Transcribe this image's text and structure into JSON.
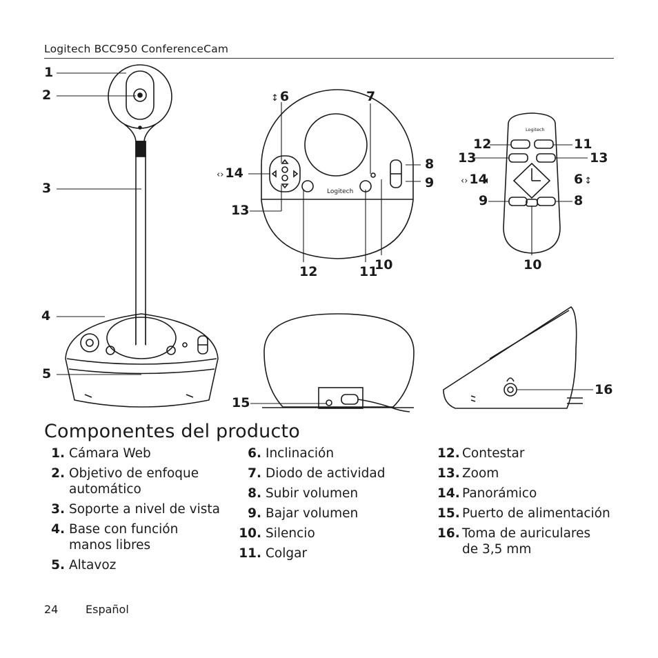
{
  "header": {
    "title": "Logitech BCC950 ConferenceCam"
  },
  "callouts": {
    "c1": "1",
    "c2": "2",
    "c3": "3",
    "c4": "4",
    "c5": "5",
    "c6a": "6",
    "c7": "7",
    "c14a": "14",
    "c13a": "13",
    "c8a": "8",
    "c9a": "9",
    "c12a": "12",
    "c11a": "11",
    "c10a": "10",
    "c12b": "12",
    "c11b": "11",
    "c13b": "13",
    "c13c": "13",
    "c14b": "14",
    "c6b": "6",
    "c9b": "9",
    "c8b": "8",
    "c10b": "10",
    "c15": "15",
    "c16": "16"
  },
  "arrows": {
    "tilt": "↕",
    "pan": "‹›"
  },
  "brand": {
    "logo_text": "Logitech"
  },
  "section": {
    "title": "Componentes del producto"
  },
  "components": {
    "col1": [
      {
        "num": "1.",
        "label": "Cámara Web"
      },
      {
        "num": "2.",
        "label": "Objetivo de enfoque\nautomático"
      },
      {
        "num": "3.",
        "label": "Soporte a nivel de vista"
      },
      {
        "num": "4.",
        "label": "Base con función\nmanos libres"
      },
      {
        "num": "5.",
        "label": "Altavoz"
      }
    ],
    "col2": [
      {
        "num": "6.",
        "label": "Inclinación"
      },
      {
        "num": "7.",
        "label": "Diodo de actividad"
      },
      {
        "num": "8.",
        "label": "Subir volumen"
      },
      {
        "num": "9.",
        "label": "Bajar volumen"
      },
      {
        "num": "10.",
        "label": "Silencio"
      },
      {
        "num": "11.",
        "label": "Colgar"
      }
    ],
    "col3": [
      {
        "num": "12.",
        "label": "Contestar"
      },
      {
        "num": "13.",
        "label": "Zoom"
      },
      {
        "num": "14.",
        "label": "Panorámico"
      },
      {
        "num": "15.",
        "label": "Puerto de alimentación"
      },
      {
        "num": "16.",
        "label": "Toma de auriculares\nde 3,5 mm"
      }
    ]
  },
  "footer": {
    "page_number": "24",
    "language": "Español"
  }
}
